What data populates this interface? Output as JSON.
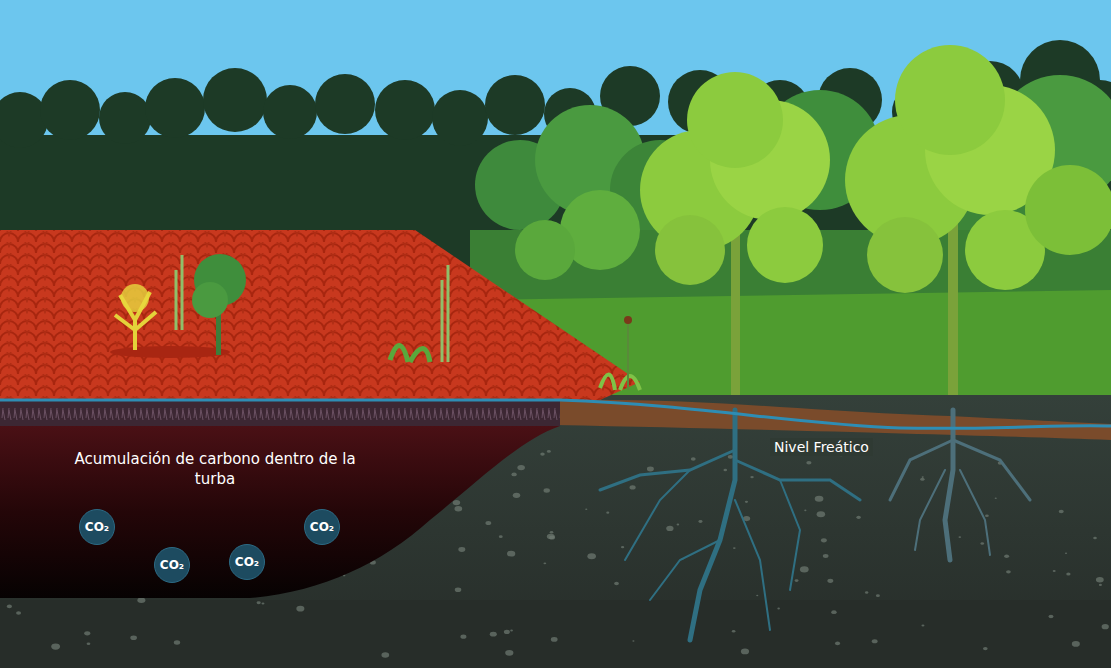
{
  "diagram": {
    "nodes": [
      {
        "text": [
          "Acumulación de carbono dentro de la turba"
        ]
      },
      {
        "text": [
          "CO₂"
        ],
        "in": 0
      },
      {
        "text": [
          "CO₂"
        ],
        "in": 0
      },
      {
        "text": [
          "CO₂"
        ],
        "in": 0
      },
      {
        "text": [
          "CO₂"
        ],
        "in": 0
      }
    ],
    "labels": [
      "Nivel Freático"
    ]
  }
}
